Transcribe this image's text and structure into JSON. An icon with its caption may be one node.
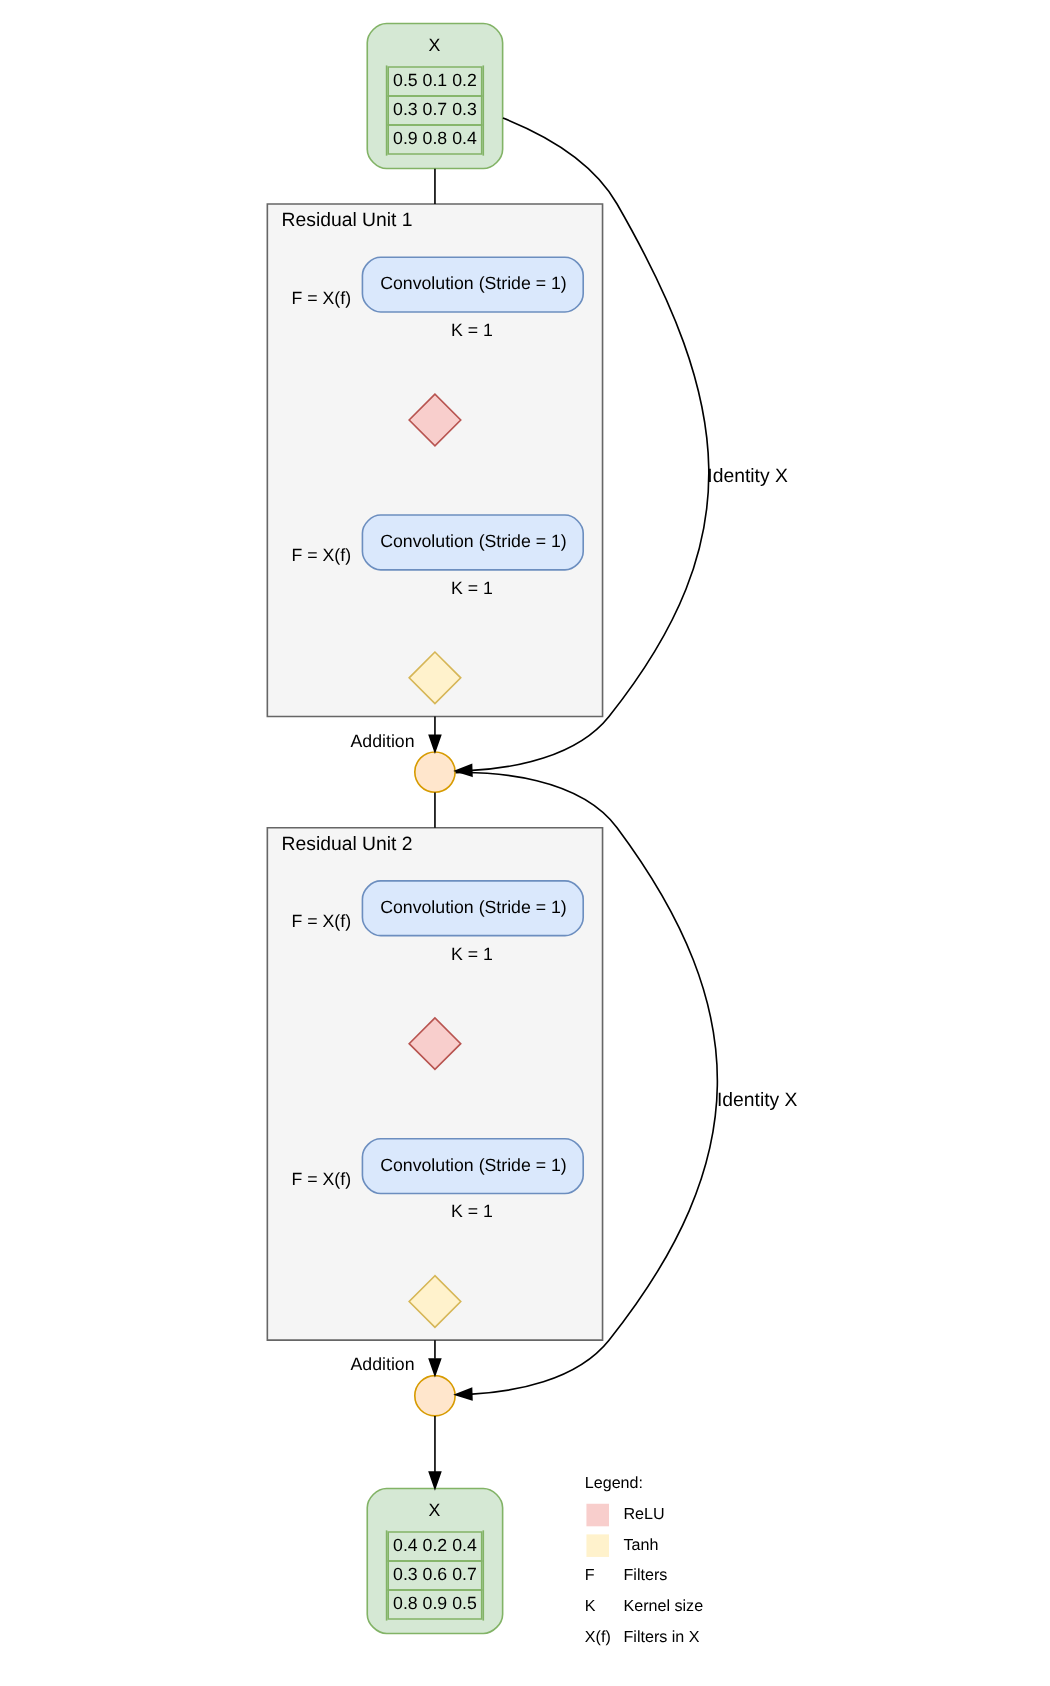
{
  "diagram": {
    "nodes": [
      {
        "text": [
          "X",
          "0.5 0.1 0.2",
          "0.3 0.7 0.3",
          "0.9 0.8 0.4"
        ]
      },
      {
        "text": [
          "Residual Unit 1"
        ]
      },
      {
        "text": [
          "Convolution (Stride = 1)"
        ],
        "in": 1,
        "beside": [
          "F = X(f)",
          "K = 1"
        ]
      },
      {
        "text": [],
        "shape": "diamond",
        "in": 1
      },
      {
        "text": [
          "Convolution (Stride = 1)"
        ],
        "in": 1,
        "beside": [
          "F = X(f)",
          "K = 1"
        ]
      },
      {
        "text": [],
        "shape": "diamond",
        "in": 1
      },
      {
        "text": [
          "Addition"
        ]
      },
      {
        "text": [
          "Residual Unit 2"
        ]
      },
      {
        "text": [
          "Convolution (Stride = 1)"
        ],
        "in": 7,
        "beside": [
          "F = X(f)",
          "K = 1"
        ]
      },
      {
        "text": [],
        "shape": "diamond",
        "in": 7
      },
      {
        "text": [
          "Convolution (Stride = 1)"
        ],
        "in": 7,
        "beside": [
          "F = X(f)",
          "K = 1"
        ]
      },
      {
        "text": [],
        "shape": "diamond",
        "in": 7
      },
      {
        "text": [
          "Addition"
        ]
      },
      {
        "text": [
          "X",
          "0.4 0.2 0.4",
          "0.3 0.6 0.7",
          "0.8 0.9 0.5"
        ]
      }
    ],
    "edges": [
      {
        "from": 0,
        "to": 1,
        "arrow": "none"
      },
      {
        "from": 0,
        "to": 6,
        "arrow": "to",
        "label": "Identity X"
      },
      {
        "from": 1,
        "to": 6,
        "arrow": "to"
      },
      {
        "from": 6,
        "to": 7,
        "arrow": "none"
      },
      {
        "from": 6,
        "to": 12,
        "arrow": "to",
        "label": "Identity X"
      },
      {
        "from": 7,
        "to": 12,
        "arrow": "to"
      },
      {
        "from": 12,
        "to": 13,
        "arrow": "to"
      }
    ],
    "labels": [
      "Legend:",
      "F",
      "Filters",
      "K",
      "Kernel size",
      "X(f)",
      "Filters in X"
    ],
    "legend": [
      {
        "text": "ReLU",
        "color": "#f8cecc"
      },
      {
        "text": "Tanh",
        "color": "#fff2cc"
      }
    ]
  }
}
